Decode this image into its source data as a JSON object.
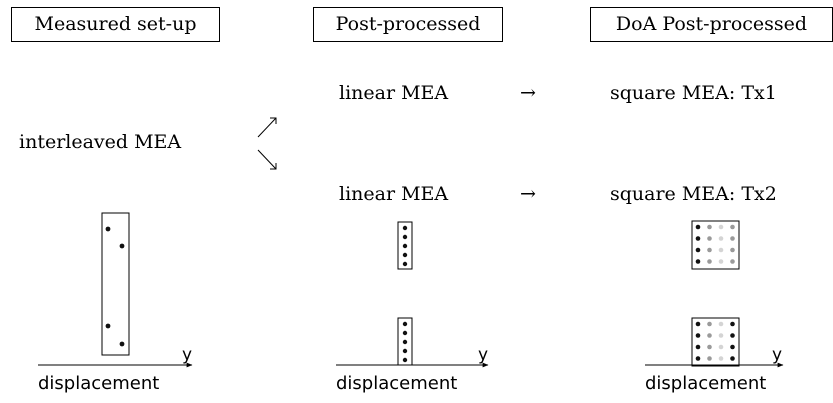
{
  "headers": {
    "measured": "Measured set-up",
    "post": "Post-processed",
    "doa": "DoA Post-processed"
  },
  "labels": {
    "interleaved": "interleaved MEA",
    "linear_top": "linear MEA",
    "linear_bottom": "linear MEA",
    "square_tx1": "square MEA: Tx1",
    "square_tx2": "square MEA: Tx2",
    "arrow_right": "→"
  },
  "axes": [
    {
      "axis_label": "y",
      "caption": "displacement"
    },
    {
      "axis_label": "y",
      "caption": "displacement"
    },
    {
      "axis_label": "y",
      "caption": "displacement"
    }
  ],
  "colors": {
    "stroke": "#000000",
    "dot_dark": "#111111",
    "dot_gray": "#9a9a9a",
    "dot_light": "#d4d4d4"
  }
}
